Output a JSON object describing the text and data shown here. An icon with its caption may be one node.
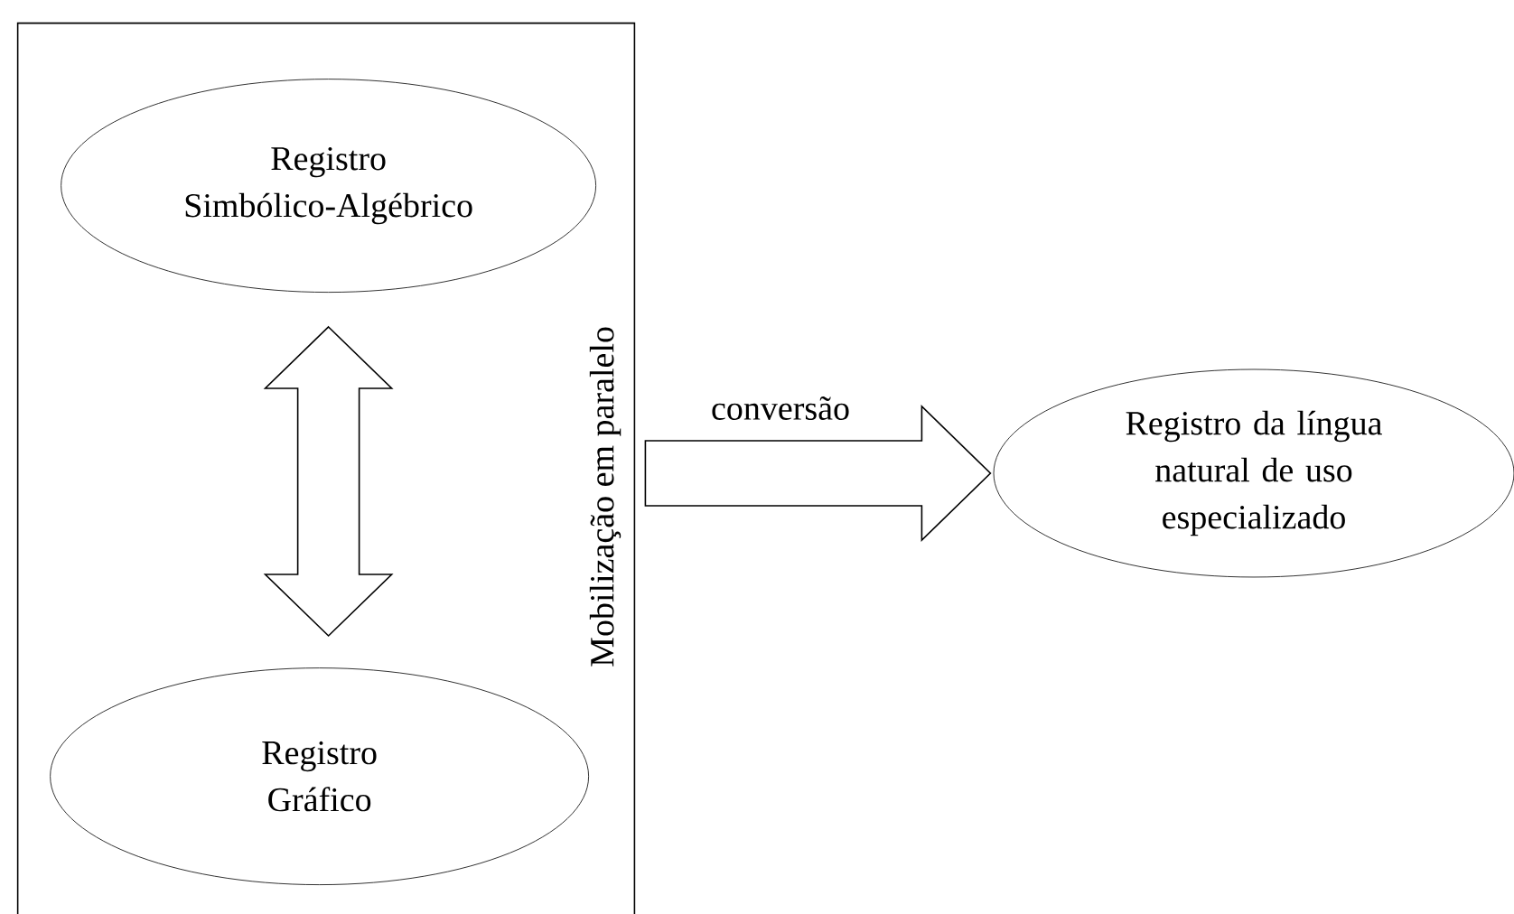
{
  "diagram": {
    "nodes": [
      {
        "text": [
          "Mobilização em paralelo"
        ]
      },
      {
        "text": [
          "Registro Simbólico-Algébrico"
        ],
        "in": 0
      },
      {
        "text": [
          "Registro Gráfico"
        ],
        "in": 0
      },
      {
        "text": [
          "Registro da língua natural de uso especializado"
        ]
      }
    ],
    "edges": [
      {
        "from": 1,
        "to": 2,
        "arrow": "both"
      },
      {
        "from": 0,
        "to": 3,
        "arrow": "to",
        "label": "conversão"
      }
    ]
  }
}
